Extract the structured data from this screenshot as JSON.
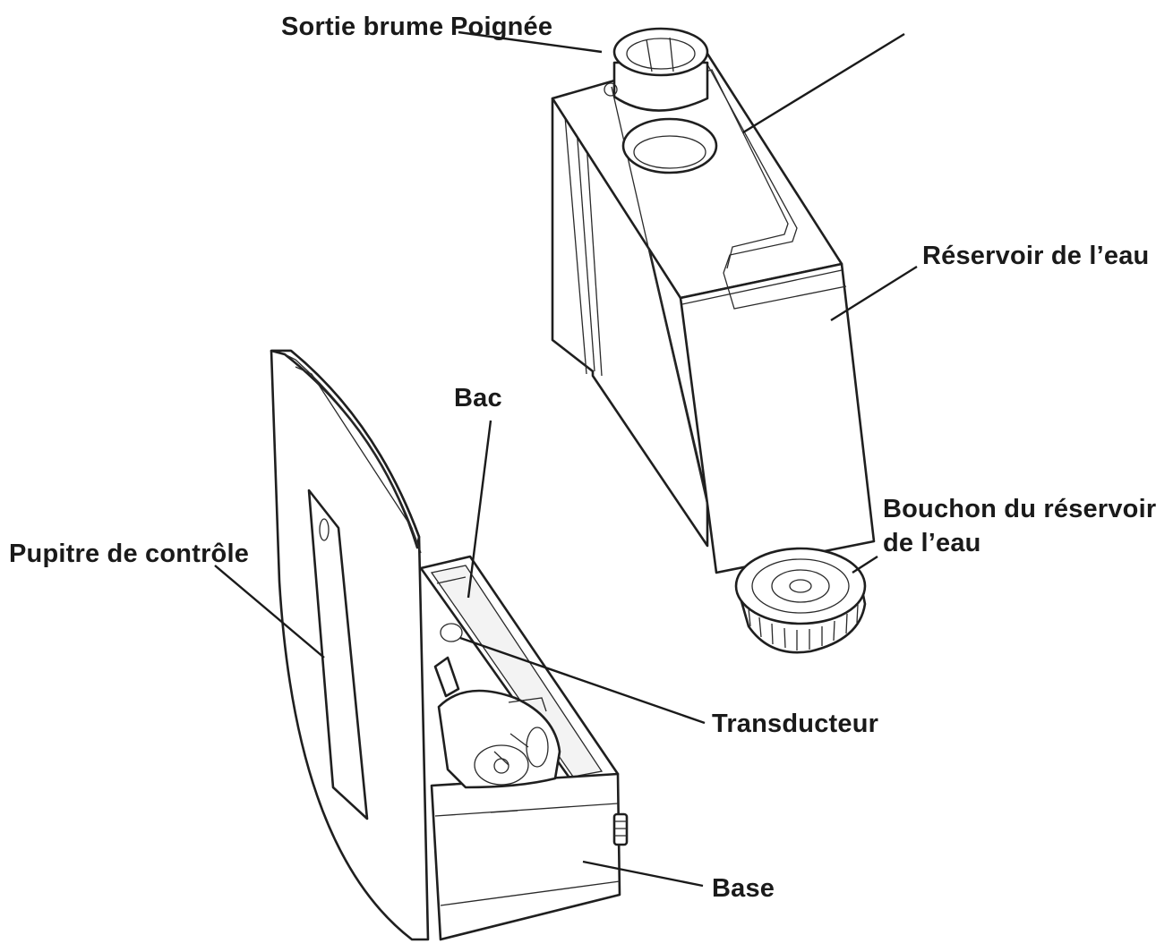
{
  "labels": {
    "mist_outlet": "Sortie brume",
    "handle": "Poignée",
    "water_tank": "Réservoir de l’eau",
    "tank_cap_line1": "Bouchon du réservoir",
    "tank_cap_line2": "de l’eau",
    "tray": "Bac",
    "control_panel": "Pupitre de contrôle",
    "transducer": "Transducteur",
    "base": "Base"
  }
}
